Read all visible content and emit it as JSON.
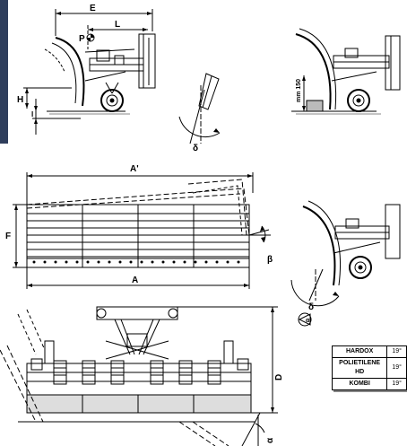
{
  "side_view": {
    "dim_E": "E",
    "dim_L": "L",
    "point_P": "P",
    "dim_H": "H",
    "dim_I": "I"
  },
  "angle_detail": {
    "delta": "δ"
  },
  "side_view_right": {
    "clearance": "mm 150"
  },
  "plan_view": {
    "dim_A_prime": "A'",
    "dim_F": "F",
    "dim_A": "A",
    "beta": "β"
  },
  "tilt_view": {
    "delta": "δ",
    "alpha": "α"
  },
  "front_view": {
    "dim_D": "D",
    "alpha": "α"
  },
  "blade_table": {
    "rows": [
      {
        "material": "HARDOX",
        "angle": "19°"
      },
      {
        "material": "POLIETILENE HD",
        "angle": "19°"
      },
      {
        "material": "KOMBI",
        "angle": "19°"
      }
    ]
  }
}
